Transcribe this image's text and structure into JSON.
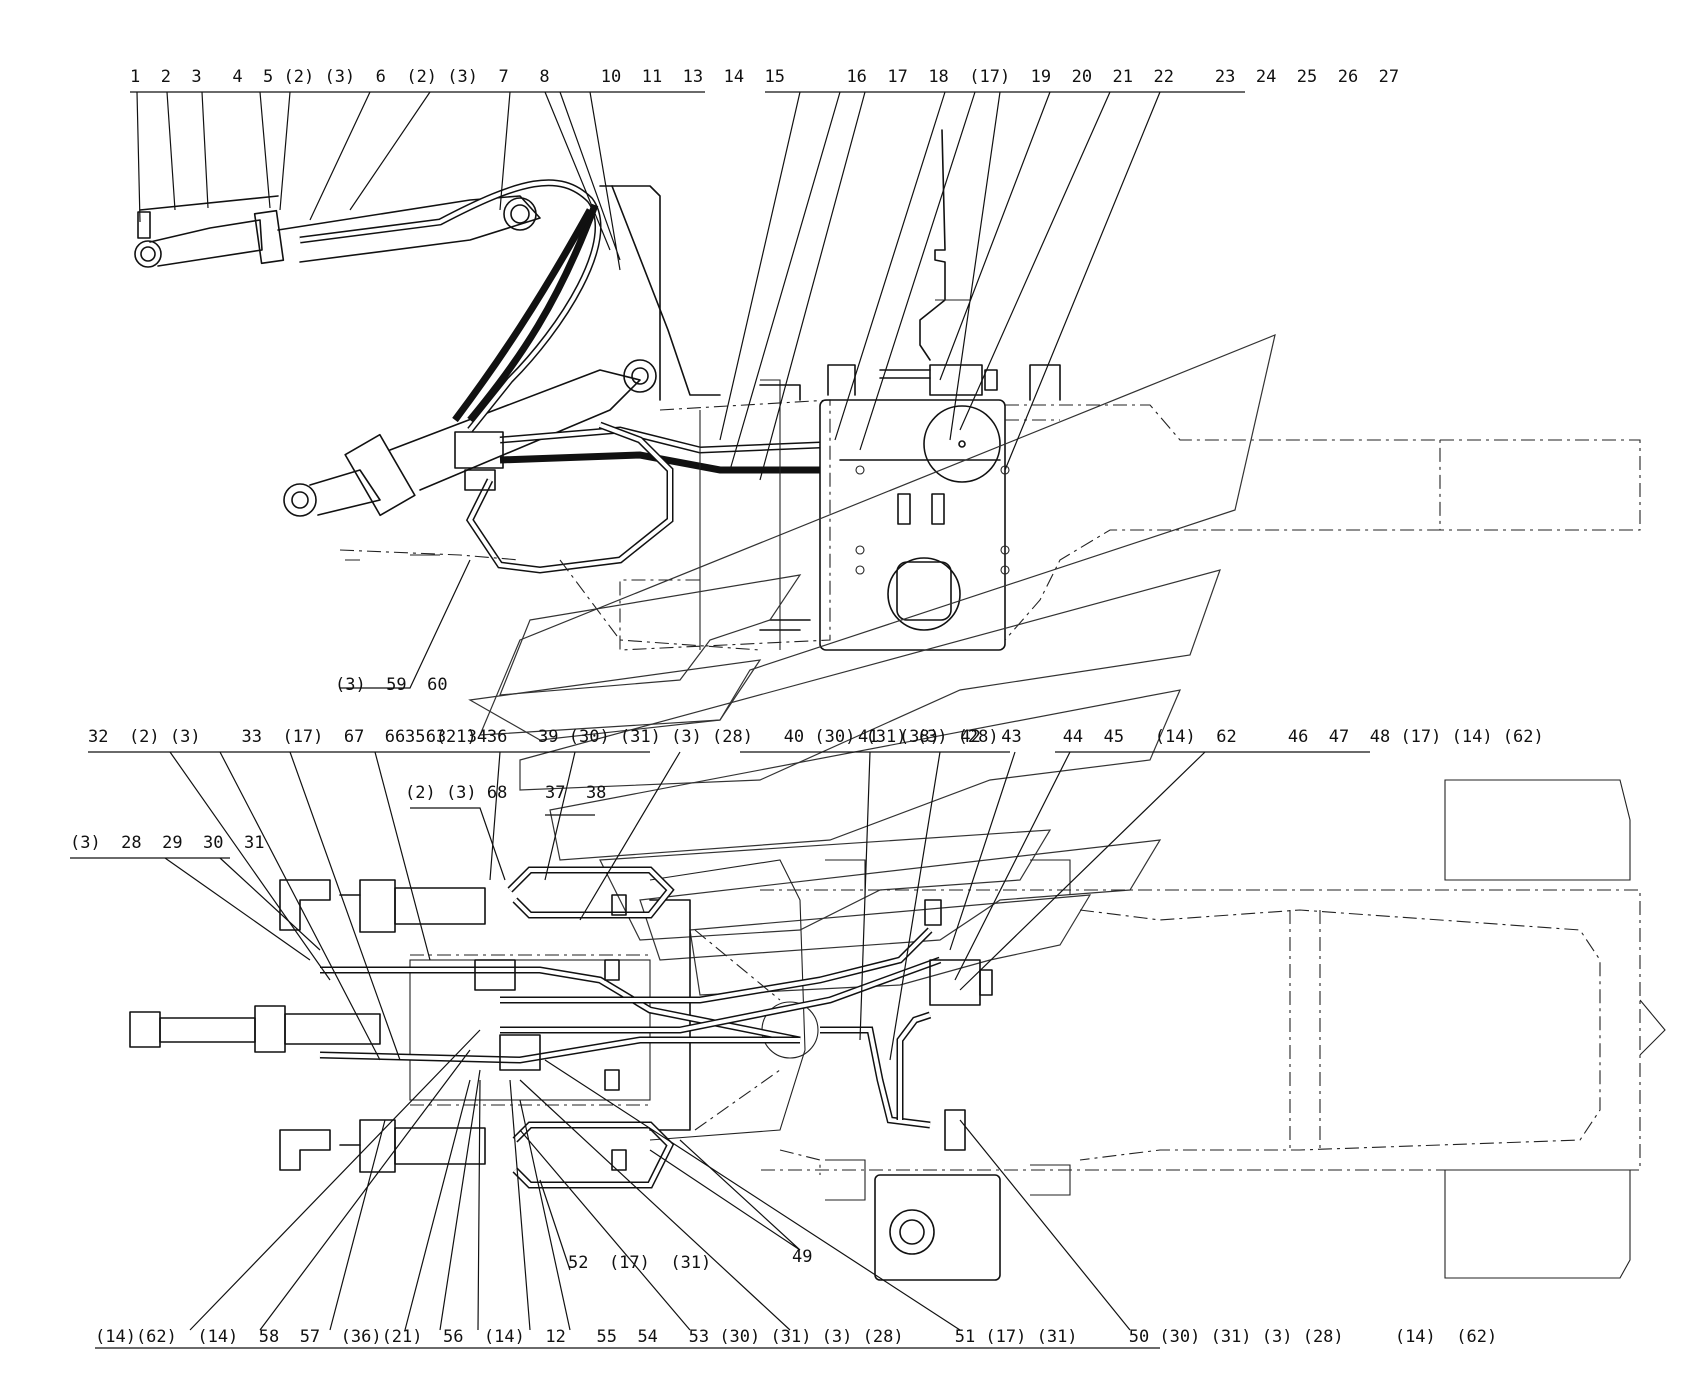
{
  "callouts": {
    "top_row": "1  2  3   4  5 (2) (3)  6  (2) (3)  7   8     10  11  13  14  15      16  17  18  (17)  19  20  21  22    23  24  25  26  27",
    "top_mid": "(3)  59  60",
    "mid_row_a": "32  (2) (3)    33  (17)  67  66  63  34",
    "mid_row_b": "35 (21) 36   39 (30) (31) (3) (28)   40 (30) (31) (3) (28)",
    "mid_row_c": "41  (38)  42  43    44  45   (14)  62     46  47  48 (17) (14) (62)",
    "mid_row_d": "(2) (3) 68",
    "mid_row_e": "37  38",
    "left_row": "(3)  28  29  30  31",
    "label_49": "49",
    "label_52": "52  (17)  (31)",
    "bottom_row": "(14)(62)  (14)  58  57  (36)(21)  56  (14)  12   55  54   53 (30) (31) (3) (28)     51 (17) (31)     50 (30) (31) (3) (28)     (14)  (62)"
  }
}
